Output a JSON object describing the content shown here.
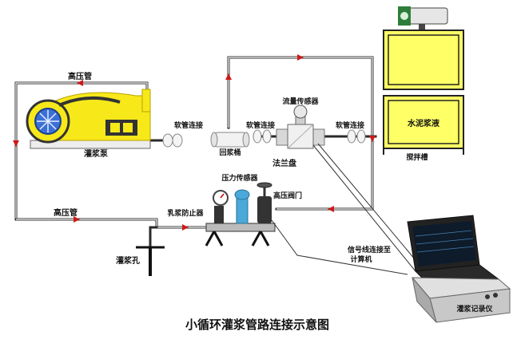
{
  "labels": {
    "high_pressure_pipe_top": "高压管",
    "grout_pump": "灌浆泵",
    "hose_1": "软管连接",
    "return_barrel": "回浆桶",
    "hose_2": "软管连接",
    "flow_sensor": "流量传感器",
    "flange": "法兰盘",
    "hose_3": "软管连接",
    "cement_slurry": "水泥浆液",
    "mixing_tank": "搅拌槽",
    "pressure_sensor": "压力传感器",
    "high_pressure_valve": "高压阀门",
    "anti_grout_device": "乳浆防止器",
    "high_pressure_pipe_bottom": "高压管",
    "grout_hole": "灌浆孔",
    "signal_wire": "信号线连接至",
    "signal_wire_2": "计算机",
    "grout_recorder": "灌浆记录仪"
  },
  "caption": "小循环灌浆管路连接示意图",
  "colors": {
    "pump_yellow": "#f7e81a",
    "tank_yellow": "#ffff66",
    "pipe": "#2a2a2a",
    "arrow": "#d01818",
    "sensor_blue": "#4aa9d8",
    "recorder_gray": "#c8c8c8"
  }
}
